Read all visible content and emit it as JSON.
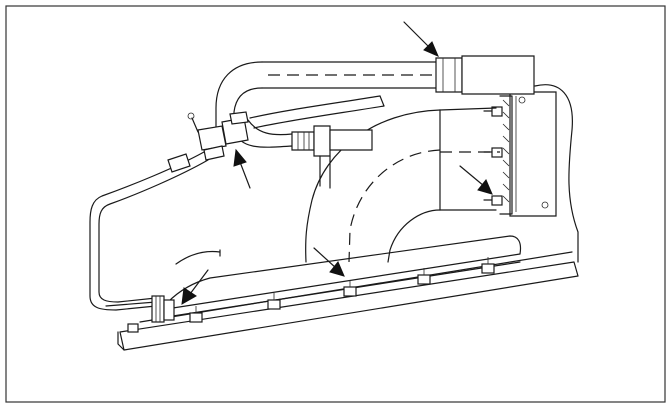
{
  "figure": {
    "border_color": "#333333",
    "line_color": "#1a1a1a",
    "arrow_color": "#111111",
    "background": "#ffffff"
  },
  "arrows": [
    {
      "id": "arrow-top-coupling"
    },
    {
      "id": "arrow-hose-clamp"
    },
    {
      "id": "arrow-flange-bolts"
    },
    {
      "id": "arrow-bracket-nut"
    },
    {
      "id": "arrow-left-fitting"
    }
  ]
}
